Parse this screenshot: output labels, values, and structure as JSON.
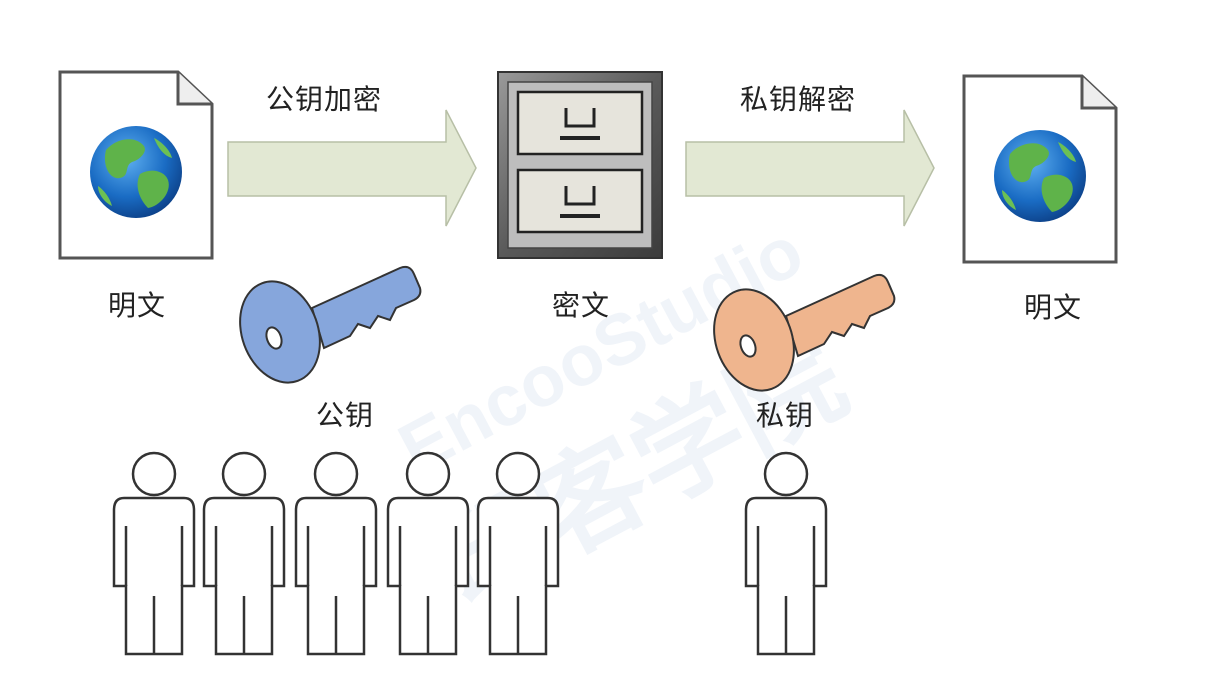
{
  "labels": {
    "plaintext_left": "明文",
    "public_key_encrypt": "公钥加密",
    "ciphertext": "密文",
    "private_key_decrypt": "私钥解密",
    "plaintext_right": "明文",
    "public_key": "公钥",
    "private_key": "私钥"
  },
  "watermark": {
    "latin": "EncooStudio",
    "chinese": "印客学院"
  },
  "colors": {
    "arrow_fill": "#e2e8d3",
    "arrow_stroke": "#b7bfa6",
    "public_key": "#86a6dc",
    "private_key": "#efb58e",
    "globe_ocean": "#1a6cc4",
    "globe_land": "#5fb34a",
    "cabinet_frame": "#6e6e6e",
    "drawer_face": "#e6e4dc"
  },
  "icons": [
    "document-globe-icon",
    "arrow-icon",
    "file-cabinet-icon",
    "key-icon",
    "person-icon"
  ]
}
